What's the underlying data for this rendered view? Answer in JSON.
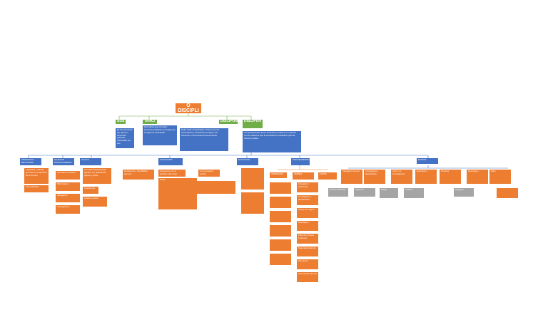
{
  "title": "O DISCIPLI",
  "level1": [
    {
      "label": "SUS",
      "text": "Es las personas que ejercen funciones publicas, ordenadas por sus"
    },
    {
      "label": "TANCI",
      "text": "Servidores que cumplen funciones publicas en respeto de la vigencia del Estado"
    },
    {
      "label": "DISCIPUN",
      "text": "Debe estar encaminado a hacer que los funcionarios y servidores cumplan sus funciones, reconociendo las acciones"
    },
    {
      "label": "DISCIPUN",
      "text": "Comportamiento de los servidores publicos en relacion con los deberes que la Constitucion establece para la funcion publica"
    }
  ],
  "level2": [
    "PRINCIPIOS RECTORES",
    "SUJETOS DISCIPLINABLES",
    "FALTAS",
    "SANCIONES",
    "EXTINCION",
    "PROCEDIMIENTO",
    "ETAPAS"
  ],
  "level3": {
    "principios": [
      "Legalidad y debido proceso en el ejercicio de la funcion",
      "Favorabilidad",
      "Igualdad",
      "Culpabilidad"
    ],
    "sujetos": [
      "Servidores publicos",
      "Particulares",
      "Indagacion",
      "Investigacion"
    ],
    "faltas": [
      "Las faltas disciplinarias pueden ser gravisimas, graves y leves",
      "Gravisimas",
      "Graves y leves"
    ],
    "sanciones": [
      "Destitucion e inhabilidad general",
      "Suspension en el ejercicio del cargo",
      "Multa",
      "Amonestacion escrita"
    ],
    "procedimiento_heads": [
      "ORDINARIO",
      "VERBAL",
      "LEVES"
    ],
    "procedimiento_items": [
      "Indagacion preliminar",
      "Investigacion disciplinaria",
      "Pliego de cargos",
      "Descargos",
      "Fallo de primera instancia",
      "Segunda instancia",
      "Ejecutoria",
      "Revocatoria directa"
    ],
    "etapas": [
      "Indagacion previa",
      "Investigacion disciplinaria",
      "Cierre de investigacion",
      "Evaluacion",
      "Pruebas",
      "Descargos",
      "Fallo"
    ],
    "etapas_gray": [
      "Archivo definitivo",
      "Apertura",
      "Pliego",
      "Citacion",
      "Alegatos"
    ]
  }
}
